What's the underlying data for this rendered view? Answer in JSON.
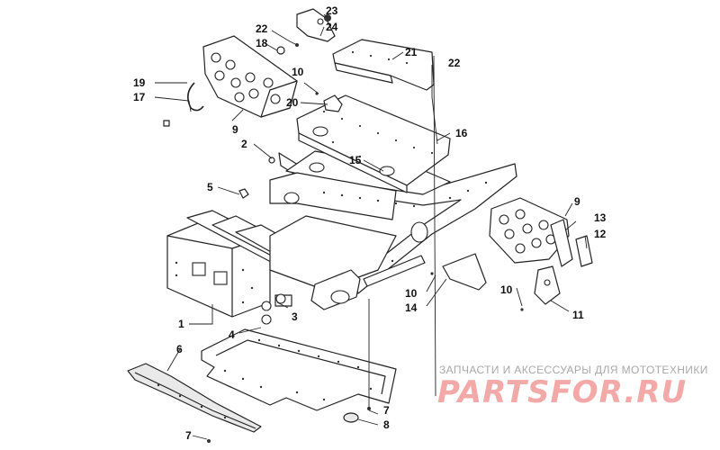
{
  "callouts": [
    {
      "num": "1"
    },
    {
      "num": "2"
    },
    {
      "num": "3"
    },
    {
      "num": "4"
    },
    {
      "num": "5"
    },
    {
      "num": "6"
    },
    {
      "num": "7"
    },
    {
      "num": "7"
    },
    {
      "num": "8"
    },
    {
      "num": "9"
    },
    {
      "num": "9"
    },
    {
      "num": "10"
    },
    {
      "num": "10"
    },
    {
      "num": "10"
    },
    {
      "num": "11"
    },
    {
      "num": "12"
    },
    {
      "num": "13"
    },
    {
      "num": "14"
    },
    {
      "num": "15"
    },
    {
      "num": "16"
    },
    {
      "num": "17"
    },
    {
      "num": "18"
    },
    {
      "num": "19"
    },
    {
      "num": "20"
    },
    {
      "num": "21"
    },
    {
      "num": "22"
    },
    {
      "num": "22"
    },
    {
      "num": "23"
    },
    {
      "num": "24"
    }
  ],
  "watermark": {
    "caption": "ЗАПЧАСТИ И АКСЕССУАРЫ ДЛЯ МОТОТЕХНИКИ",
    "brand": "PARTSFOR.RU"
  }
}
